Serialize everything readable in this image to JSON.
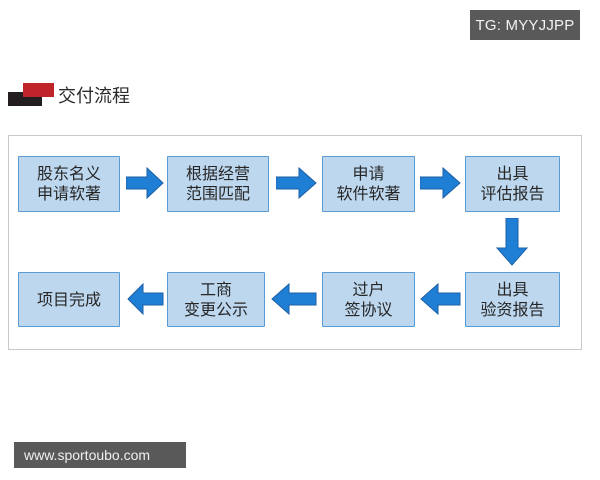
{
  "badge": {
    "text": "TG: MYYJJPP",
    "bg_color": "#595959",
    "text_color": "#f2f2f2"
  },
  "heading": {
    "text": "交付流程",
    "marker_black_color": "#231f20",
    "marker_red_color": "#c0242b"
  },
  "flowchart": {
    "box_fill_color": "#bdd7ee",
    "box_border_color": "#5b9bd5",
    "arrow_color": "#1f7fd4",
    "arrow_border_color": "#1c5fa8",
    "frame_border_color": "#c9c9c9",
    "boxes": [
      {
        "id": "r1c1",
        "line1": "股东名义",
        "line2": "申请软著"
      },
      {
        "id": "r1c2",
        "line1": "根据经营",
        "line2": "范围匹配"
      },
      {
        "id": "r1c3",
        "line1": "申请",
        "line2": "软件软著"
      },
      {
        "id": "r1c4",
        "line1": "出具",
        "line2": "评估报告"
      },
      {
        "id": "r2c1",
        "line1": "项目完成",
        "line2": ""
      },
      {
        "id": "r2c2",
        "line1": "工商",
        "line2": "变更公示"
      },
      {
        "id": "r2c3",
        "line1": "过户",
        "line2": "签协议"
      },
      {
        "id": "r2c4",
        "line1": "出具",
        "line2": "验资报告"
      }
    ],
    "arrows": [
      {
        "id": "r1-1",
        "direction": "right"
      },
      {
        "id": "r1-2",
        "direction": "right"
      },
      {
        "id": "r1-3",
        "direction": "right"
      },
      {
        "id": "down",
        "direction": "down"
      },
      {
        "id": "r2-1",
        "direction": "left"
      },
      {
        "id": "r2-2",
        "direction": "left"
      },
      {
        "id": "r2-3",
        "direction": "left"
      }
    ]
  },
  "watermark": {
    "text": "www.sportoubo.com",
    "bg_color": "#595959",
    "text_color": "#f0f0f0"
  }
}
